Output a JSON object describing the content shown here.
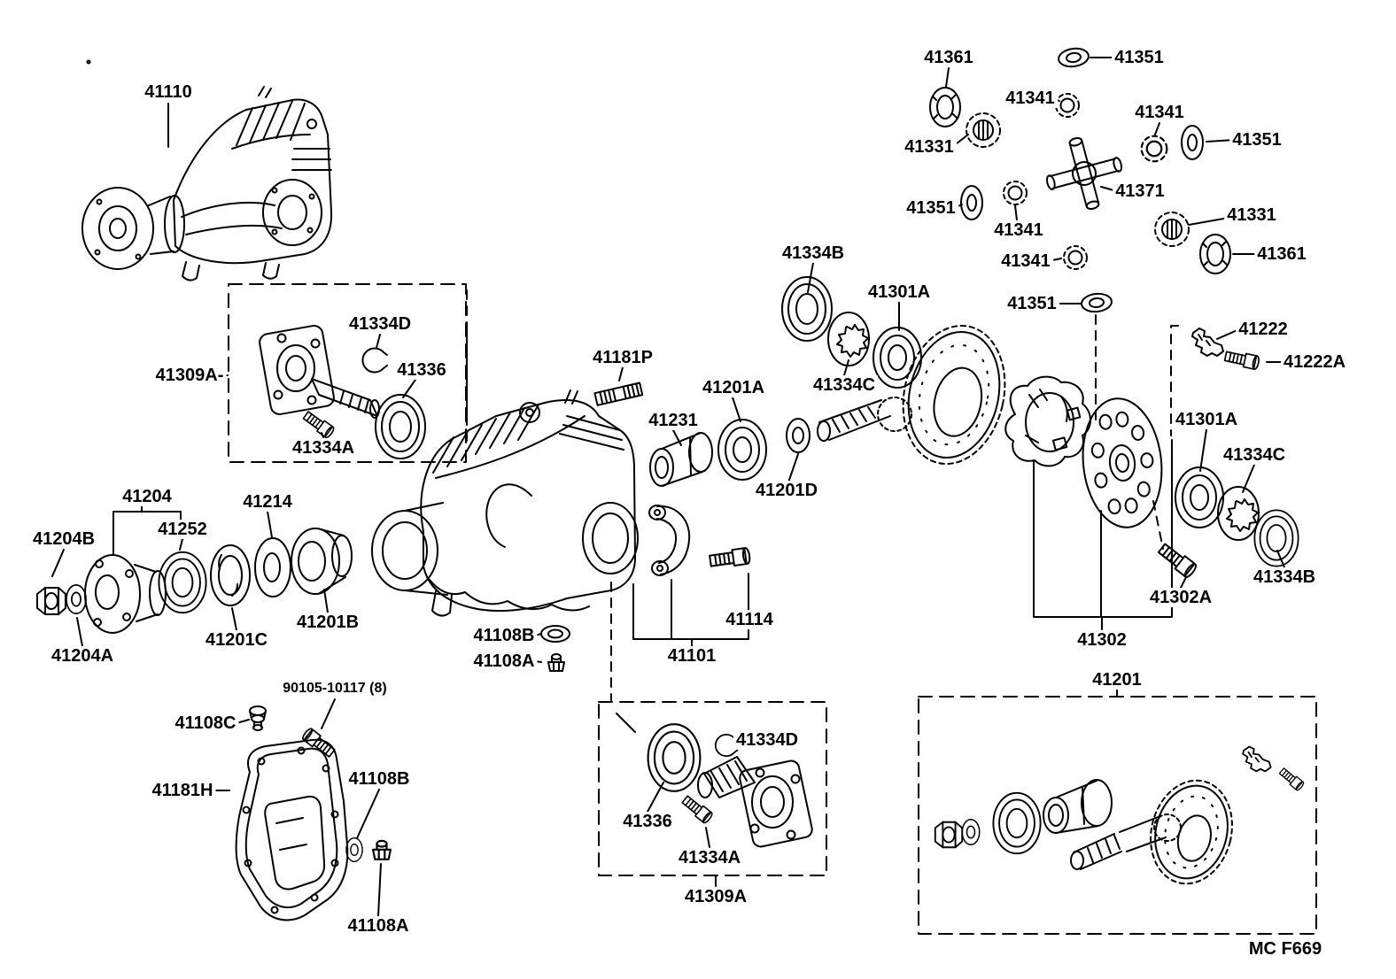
{
  "figure_code": "MC F669",
  "colors": {
    "line": "#000000",
    "background": "#ffffff"
  },
  "labels": [
    {
      "text": "41110"
    },
    {
      "text": "41361"
    },
    {
      "text": "41351"
    },
    {
      "text": "41341"
    },
    {
      "text": "41341"
    },
    {
      "text": "41351"
    },
    {
      "text": "41331"
    },
    {
      "text": "41371"
    },
    {
      "text": "41351"
    },
    {
      "text": "41341"
    },
    {
      "text": "41331"
    },
    {
      "text": "41361"
    },
    {
      "text": "41341"
    },
    {
      "text": "41351"
    },
    {
      "text": "41334B"
    },
    {
      "text": "41301A"
    },
    {
      "text": "41334C"
    },
    {
      "text": "41201D"
    },
    {
      "text": "41222"
    },
    {
      "text": "41222A"
    },
    {
      "text": "41301A"
    },
    {
      "text": "41334C"
    },
    {
      "text": "41334B"
    },
    {
      "text": "41302A"
    },
    {
      "text": "41302"
    },
    {
      "text": "41201"
    },
    {
      "text": "41309A-"
    },
    {
      "text": "41334D"
    },
    {
      "text": "41336"
    },
    {
      "text": "41334A"
    },
    {
      "text": "41204"
    },
    {
      "text": "41252"
    },
    {
      "text": "41214"
    },
    {
      "text": "41204B"
    },
    {
      "text": "41204A"
    },
    {
      "text": "41201C"
    },
    {
      "text": "41201B"
    },
    {
      "text": "41181P"
    },
    {
      "text": "41231"
    },
    {
      "text": "41201A"
    },
    {
      "text": "41108B"
    },
    {
      "text": "41108A"
    },
    {
      "text": "41114"
    },
    {
      "text": "41101"
    },
    {
      "text": "90105-10117 (8)"
    },
    {
      "text": "41108C"
    },
    {
      "text": "41181H"
    },
    {
      "text": "41108B"
    },
    {
      "text": "41108A"
    },
    {
      "text": "41336"
    },
    {
      "text": "41334D"
    },
    {
      "text": "41334A"
    },
    {
      "text": "41309A"
    },
    {
      "text": "MC F669"
    }
  ]
}
